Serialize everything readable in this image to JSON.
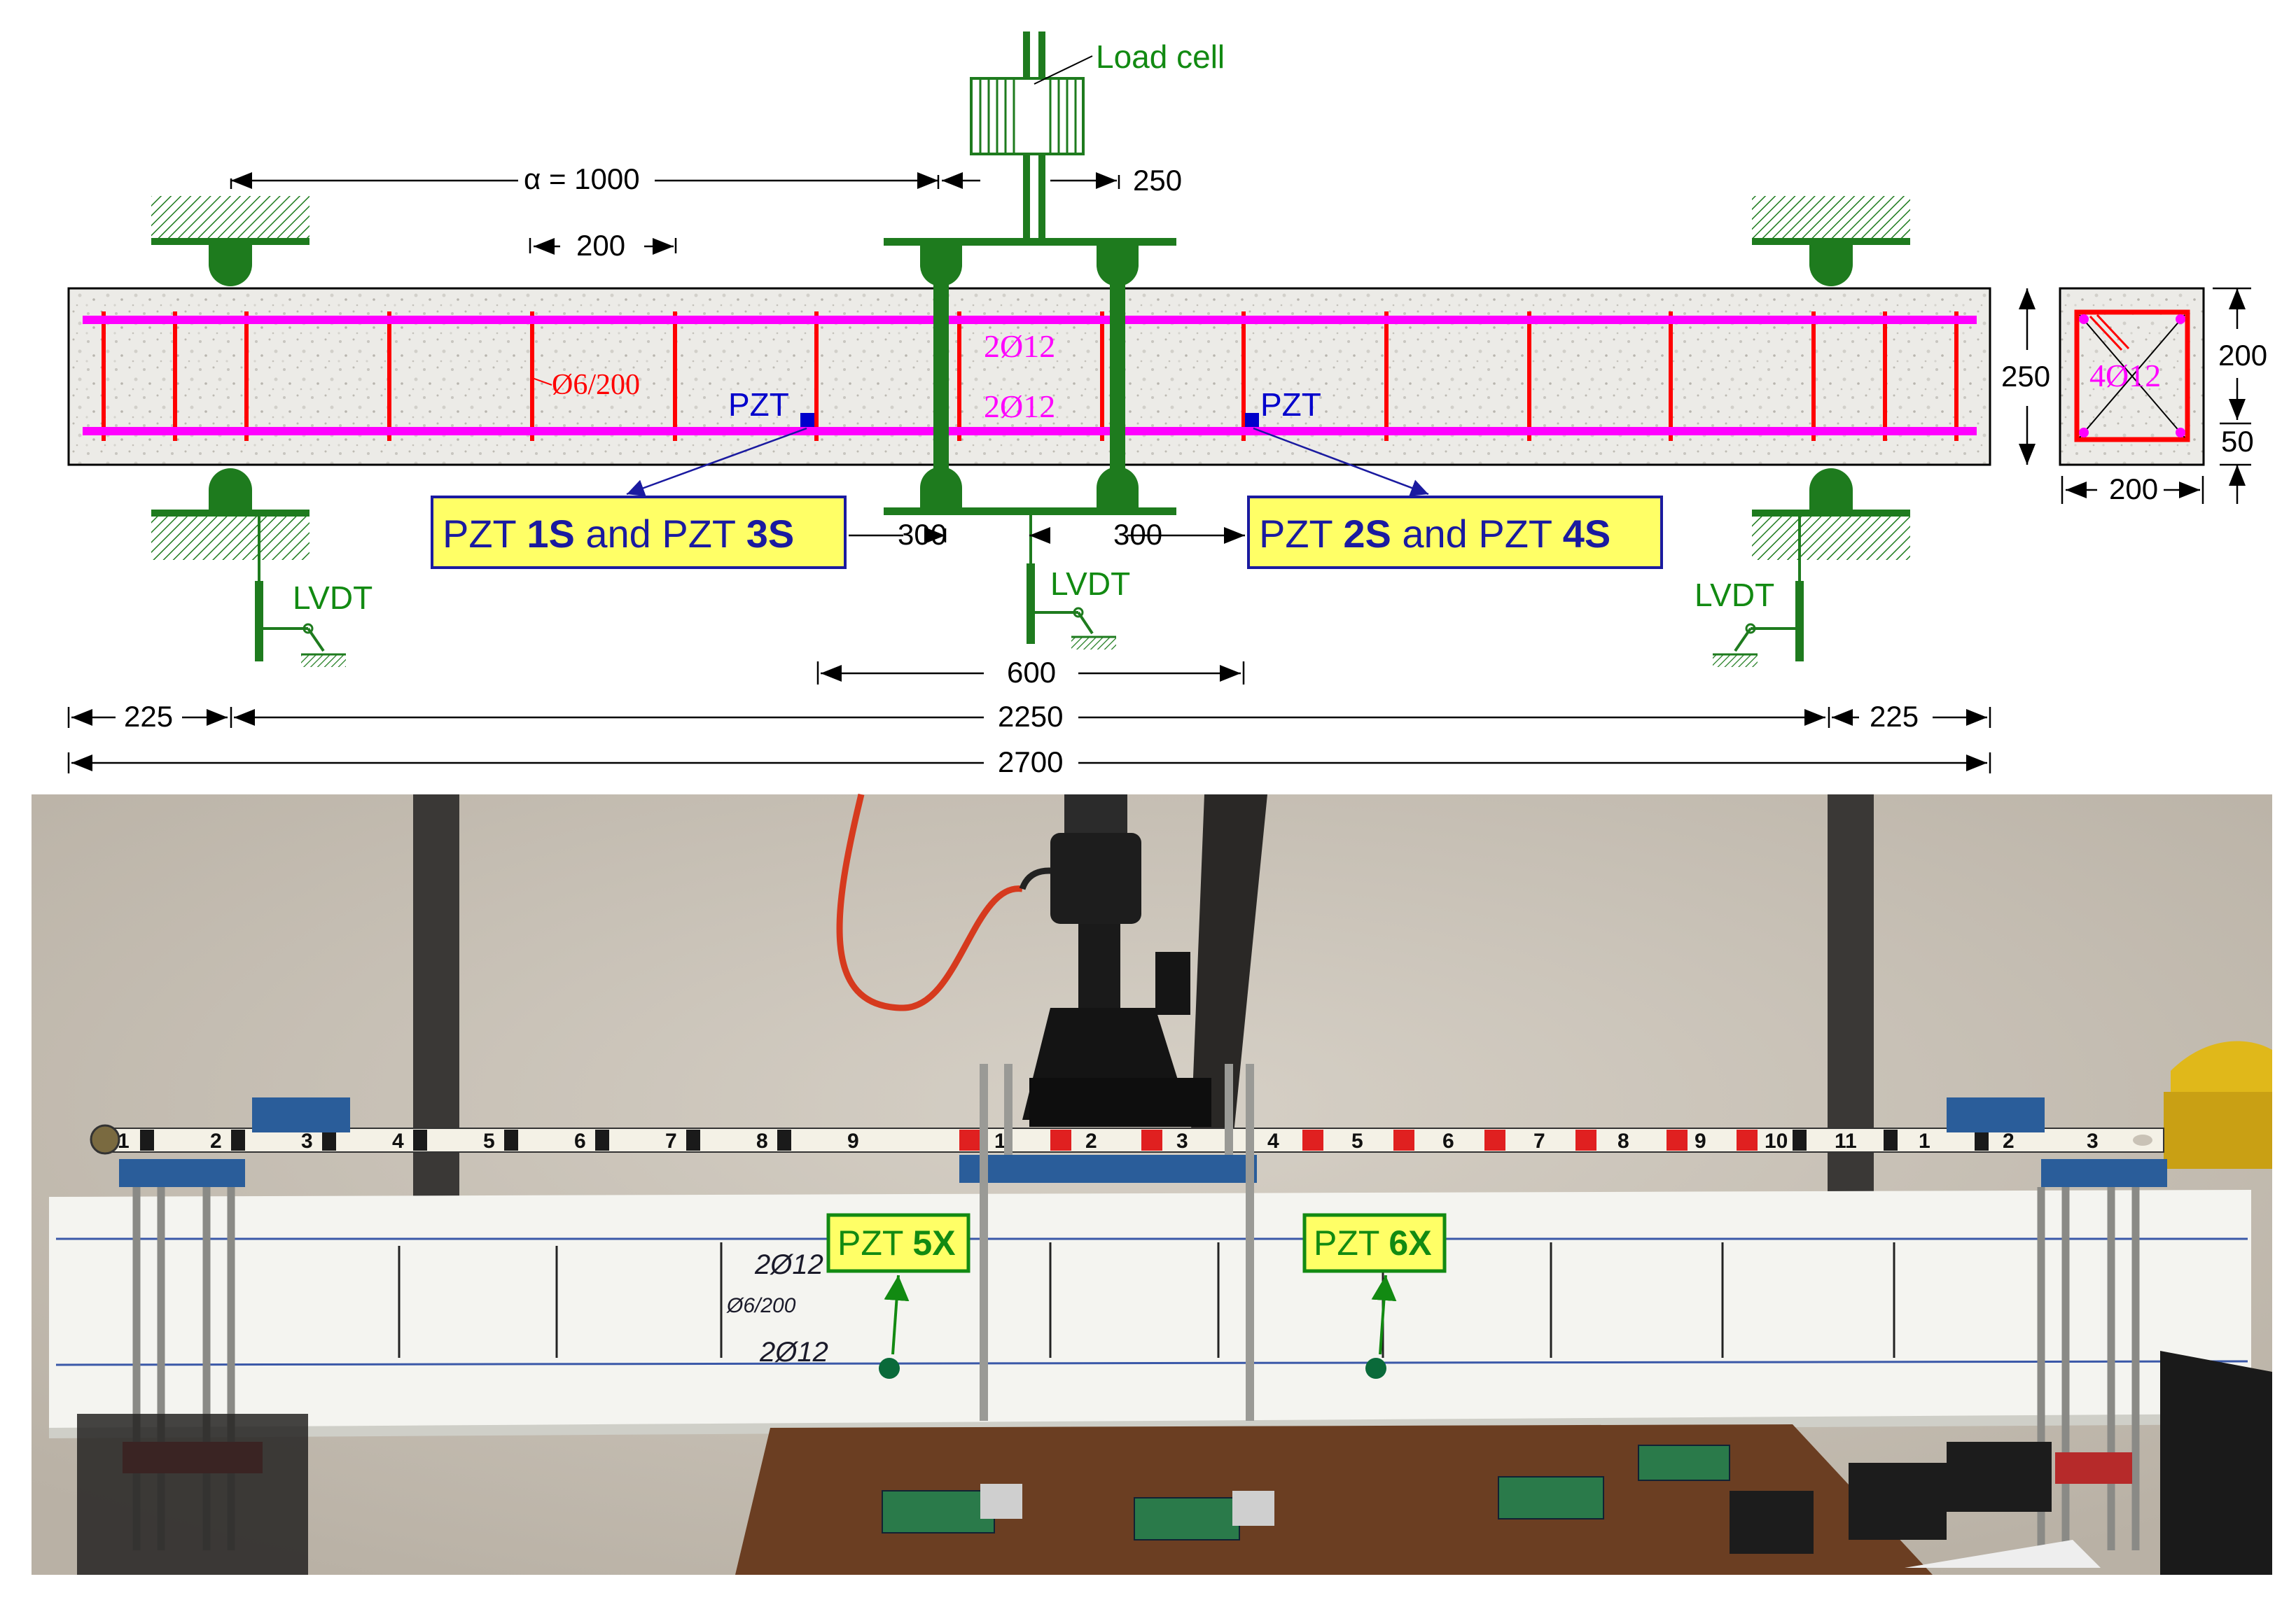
{
  "diagram": {
    "labels": {
      "load_cell": "Load cell",
      "alpha_dim": "α = 1000",
      "dim_250_top": "250",
      "dim_200_top": "200",
      "stirrup": "Ø6/200",
      "top_bars": "2Ø12",
      "bottom_bars": "2Ø12",
      "pzt_left": "PZT",
      "pzt_right": "PZT",
      "callout_left": {
        "prefix": "PZT ",
        "b1": "1S",
        "mid": " and PZT ",
        "b2": "3S"
      },
      "callout_right": {
        "prefix": "PZT ",
        "b1": "2S",
        "mid": " and PZT ",
        "b2": "4S"
      },
      "dim_300_left": "300",
      "dim_300_right": "300",
      "lvdt_left": "LVDT",
      "lvdt_center": "LVDT",
      "lvdt_right": "LVDT",
      "dim_600": "600",
      "dim_225_left": "225",
      "dim_2250": "2250",
      "dim_225_right": "225",
      "dim_2700": "2700",
      "height_250": "250",
      "section_height_200": "200",
      "section_cover_50": "50",
      "section_width_200": "200",
      "section_bars": "4Ø12"
    },
    "colors": {
      "steel_frame": "#1e7b1e",
      "rebar_long": "#ff00ff",
      "stirrup": "#ff0000",
      "pzt_text": "#0000cc",
      "callout_fill": "#ffff66",
      "callout_border": "#1a1aa0",
      "label_green": "#128a12",
      "dim_line": "#000000"
    }
  },
  "photo": {
    "labels": {
      "pzt_5x": {
        "prefix": "PZT ",
        "bold": "5X"
      },
      "pzt_6x": {
        "prefix": "PZT ",
        "bold": "6X"
      },
      "beam_top_bars": "2Ø12",
      "beam_stirrup": "Ø6/200",
      "beam_bottom_bars": "2Ø12",
      "tape_numbers": [
        "1",
        "2",
        "3",
        "4",
        "5",
        "6",
        "7",
        "8",
        "9",
        "1",
        "2",
        "3",
        "4",
        "5",
        "6",
        "7",
        "8",
        "9",
        "10",
        "11",
        "1",
        "2",
        "3"
      ]
    },
    "colors": {
      "wall": "#c9c2b6",
      "beam": "#f4f4f0",
      "plate_blue": "#2a5d9a",
      "table": "#6b3e22",
      "label_fill": "#ffff66",
      "label_border": "#128a12"
    }
  }
}
